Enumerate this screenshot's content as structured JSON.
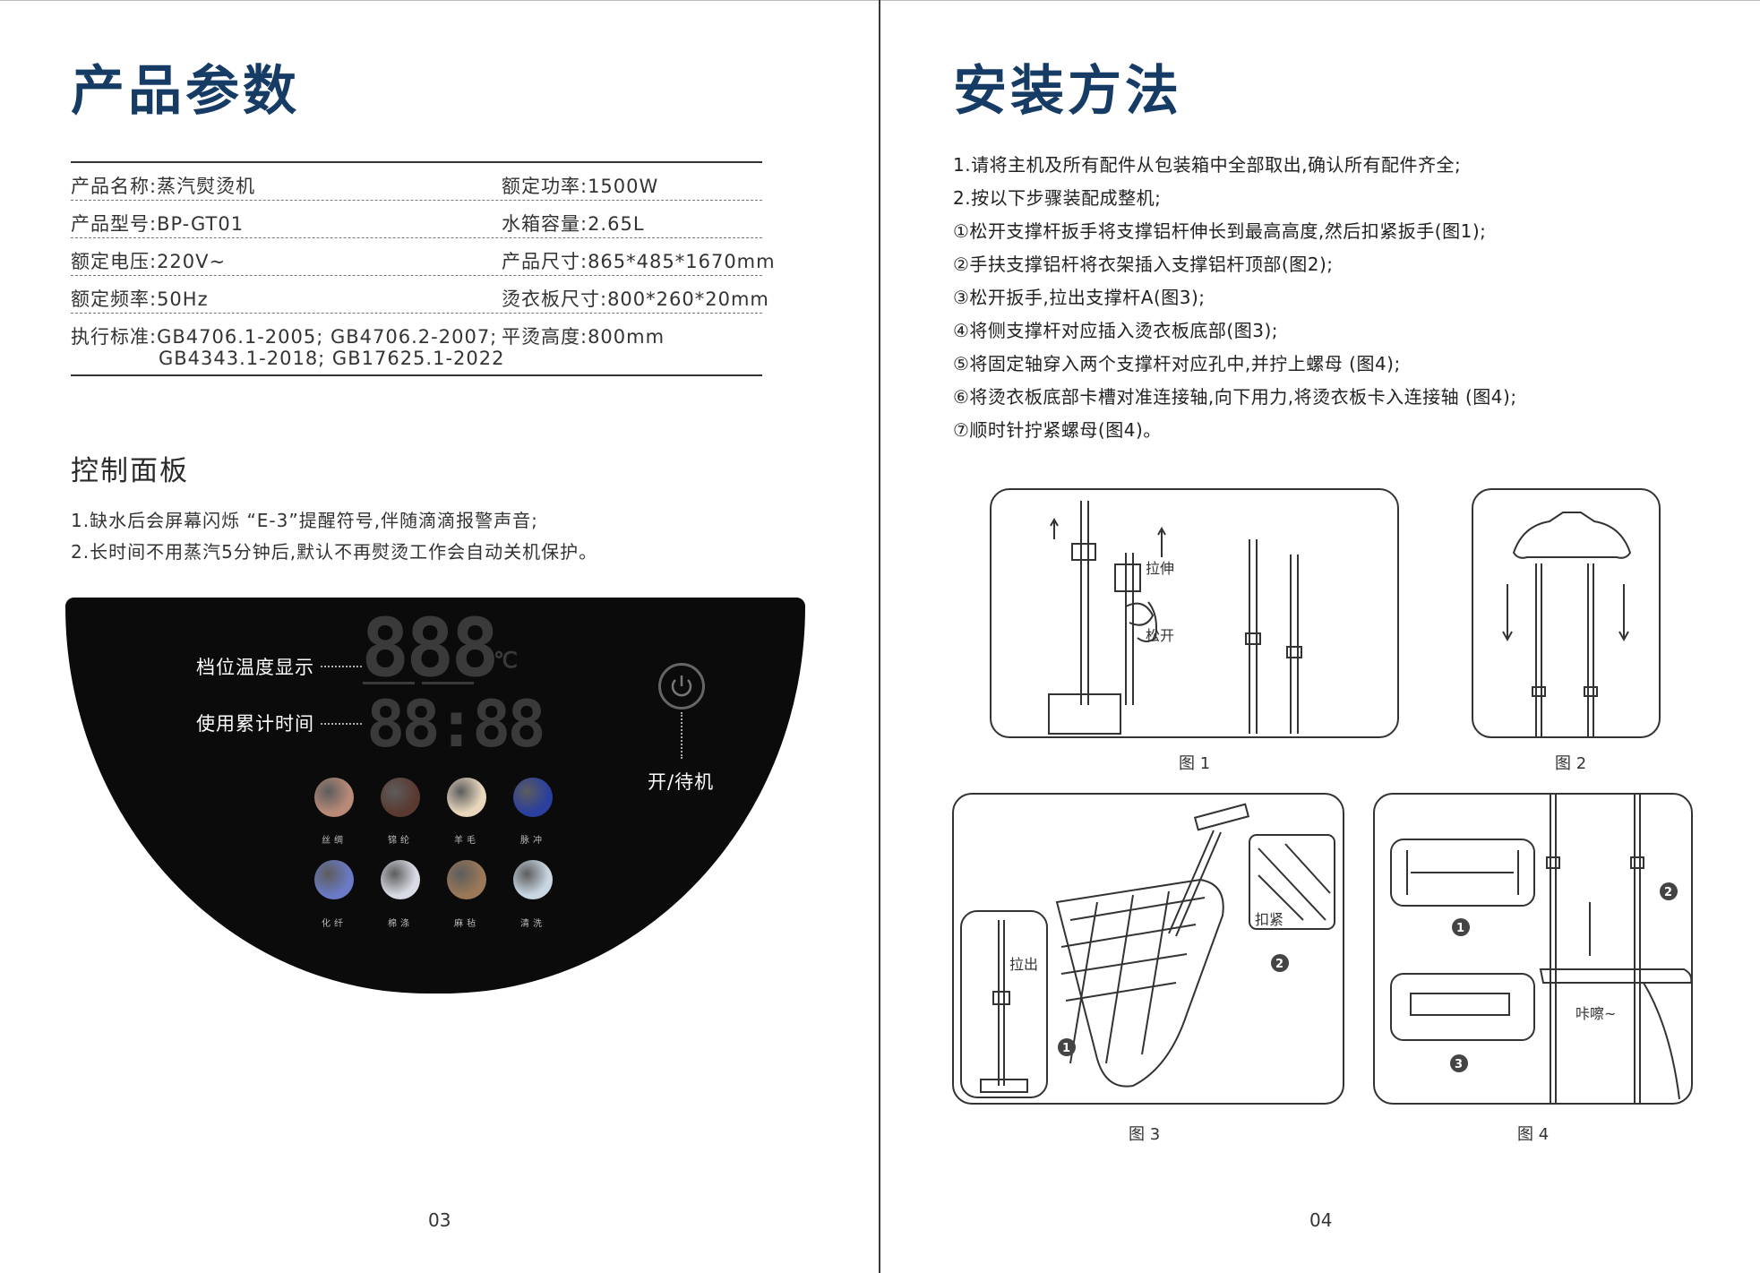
{
  "left": {
    "title": "产品参数",
    "params": [
      {
        "left": "产品名称:蒸汽熨烫机",
        "right": "额定功率:1500W"
      },
      {
        "left": "产品型号:BP-GT01",
        "right": "水箱容量:2.65L"
      },
      {
        "left": "额定电压:220V~",
        "right": "产品尺寸:865*485*1670mm"
      },
      {
        "left": "额定频率:50Hz",
        "right": "烫衣板尺寸:800*260*20mm"
      },
      {
        "left": "执行标准:GB4706.1-2005; GB4706.2-2007;",
        "left2": "GB4343.1-2018; GB17625.1-2022",
        "right": "平烫高度:800mm"
      }
    ],
    "control_title": "控制面板",
    "notes": [
      "1.缺水后会屏幕闪烁 “E-3”提醒符号,伴随滴滴报警声音;",
      "2.长时间不用蒸汽5分钟后,默认不再熨烫工作会自动关机保护。"
    ],
    "panel": {
      "temp_display_label": "档位温度显示",
      "time_display_label": "使用累计时间",
      "power_label": "开/待机",
      "temp_digits": "888",
      "temp_unit": "℃",
      "time_digits": "88:88",
      "fabrics_row1": [
        "丝绸",
        "锦纶",
        "羊毛",
        "脉冲"
      ],
      "fabrics_row2": [
        "化纤",
        "棉涤",
        "麻毡",
        "清洗"
      ],
      "fabric_colors": [
        "#b98a78",
        "#5a3a30",
        "#e8d7bd",
        "#2a3f9e",
        "#6a7ac4",
        "#d8dbe4",
        "#9b7858",
        "#c9d7e3"
      ]
    },
    "page_number": "03"
  },
  "right": {
    "title": "安装方法",
    "steps": [
      "1.请将主机及所有配件从包装箱中全部取出,确认所有配件齐全;",
      "2.按以下步骤装配成整机;",
      "①松开支撑杆扳手将支撑铝杆伸长到最高高度,然后扣紧扳手(图1);",
      "②手扶支撑铝杆将衣架插入支撑铝杆顶部(图2);",
      "③松开扳手,拉出支撑杆A(图3);",
      "④将侧支撑杆对应插入烫衣板底部(图3);",
      "⑤将固定轴穿入两个支撑杆对应孔中,并拧上螺母 (图4);",
      "⑥将烫衣板底部卡槽对准连接轴,向下用力,将烫衣板卡入连接轴 (图4);",
      "⑦顺时针拧紧螺母(图4)。"
    ],
    "figures": {
      "fig1": {
        "caption": "图 1",
        "stretch": "拉伸",
        "loosen": "松开"
      },
      "fig2": {
        "caption": "图 2"
      },
      "fig3": {
        "caption": "图 3",
        "pull": "拉出",
        "tighten": "扣紧",
        "n1": "1",
        "n2": "2"
      },
      "fig4": {
        "caption": "图 4",
        "click": "咔嚓~",
        "n1": "1",
        "n2": "2",
        "n3": "3"
      }
    },
    "page_number": "04"
  }
}
